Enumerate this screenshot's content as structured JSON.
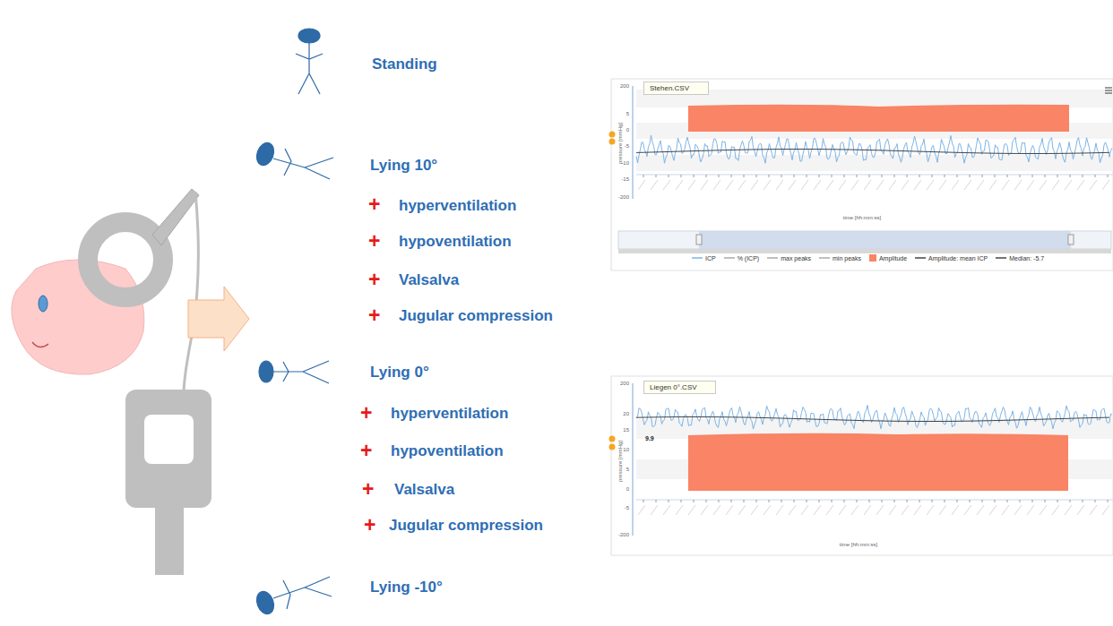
{
  "diagram": {
    "nodes": [
      {
        "text": [
          "Stehen.CSV"
        ]
      },
      {
        "text": [
          "Liegen 0°.CSV"
        ]
      }
    ],
    "labels": [
      "Standing",
      "Lying 10°",
      "+",
      "hyperventilation",
      "+",
      "hypoventilation",
      "+",
      "Valsalva",
      "+",
      "Jugular compression",
      "Lying 0°",
      "+",
      "hyperventilation",
      "+",
      "hypoventilation",
      "+",
      "Valsalva",
      "+",
      "Jugular compression",
      "Lying -10°",
      "200",
      "5",
      "0",
      "-5",
      "-10",
      "-15",
      "-200",
      "pressure [mmHg]",
      "time [hh:mm:ss]",
      "200",
      "20",
      "15",
      "10",
      "5",
      "0",
      "-5",
      "-200",
      "pressure [mmHg]",
      "time [hh:mm:ss]",
      "9.9"
    ],
    "legend": [
      {
        "text": "ICP"
      },
      {
        "text": "% (ICP)"
      },
      {
        "text": "max peaks"
      },
      {
        "text": "min peaks"
      },
      {
        "text": "Amplitude",
        "color": "#f98466"
      },
      {
        "text": "Amplitude: mean ICP"
      },
      {
        "text": "Median: -5.7"
      }
    ]
  }
}
